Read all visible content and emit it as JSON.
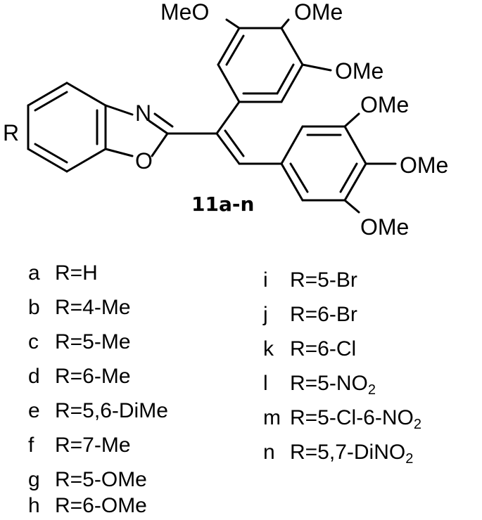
{
  "structure": {
    "ring_substituent": "R",
    "heteroatom_n": "N",
    "heteroatom_o": "O",
    "upper_ring_methoxy": [
      "MeO",
      "OMe",
      "OMe"
    ],
    "lower_ring_methoxy": [
      "OMe",
      "OMe",
      "OMe"
    ],
    "compound_label": "11a-n"
  },
  "legend": {
    "left": [
      {
        "letter": "a",
        "r": "R=H"
      },
      {
        "letter": "b",
        "r": "R=4-Me"
      },
      {
        "letter": "c",
        "r": "R=5-Me"
      },
      {
        "letter": "d",
        "r": "R=6-Me"
      },
      {
        "letter": "e",
        "r": "R=5,6-DiMe"
      },
      {
        "letter": "f",
        "r": "R=7-Me"
      },
      {
        "letter": "g",
        "r": "R=5-OMe"
      },
      {
        "letter": "h",
        "r": "R=6-OMe"
      }
    ],
    "right": [
      {
        "letter": "i",
        "r": "R=5-Br"
      },
      {
        "letter": "j",
        "r": "R=6-Br"
      },
      {
        "letter": "k",
        "r": "R=6-Cl"
      },
      {
        "letter": "l",
        "r": "R=5-NO",
        "sub": "2"
      },
      {
        "letter": "m",
        "r": "R=5-Cl-6-NO",
        "sub": "2"
      },
      {
        "letter": "n",
        "r": "R=5,7-DiNO",
        "sub": "2"
      }
    ]
  }
}
